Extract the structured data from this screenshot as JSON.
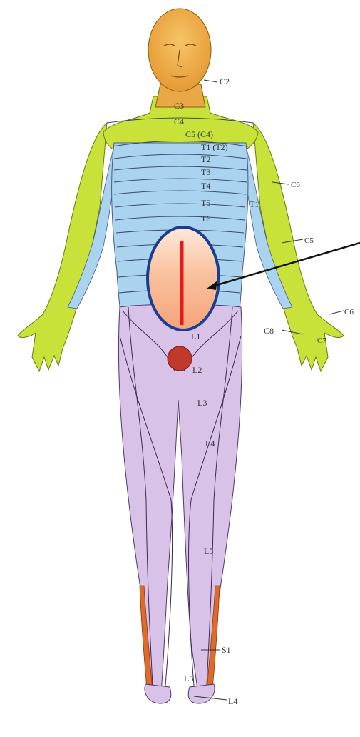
{
  "labels": {
    "c2": "C2",
    "c3": "C3",
    "c4": "C4",
    "c5": "C5 (C4)",
    "t1t2": "T1 (T2)",
    "t2": "T2",
    "t3": "T3",
    "t4": "T4",
    "t5": "T5",
    "t6": "T6",
    "t1_arm": "T1",
    "c6_upper": "C6",
    "c5_arm": "C5",
    "c6_hand": "C6",
    "c8": "C8",
    "c7": "C7",
    "l1": "L1",
    "l2": "L2",
    "l3": "L3",
    "l4": "L4",
    "l5": "L5",
    "s1": "S1",
    "l5_foot": "L5",
    "l4_foot": "L4"
  },
  "colors": {
    "head_skin": "#f0b24a",
    "cervical": "#c8e23a",
    "thoracic": "#a9d3ee",
    "lumbar": "#d8c2e8",
    "sacral": "#e06a2a",
    "incision_region": "#f7b48a",
    "incision_line": "#e81919",
    "outline": "#1a3d8f"
  }
}
